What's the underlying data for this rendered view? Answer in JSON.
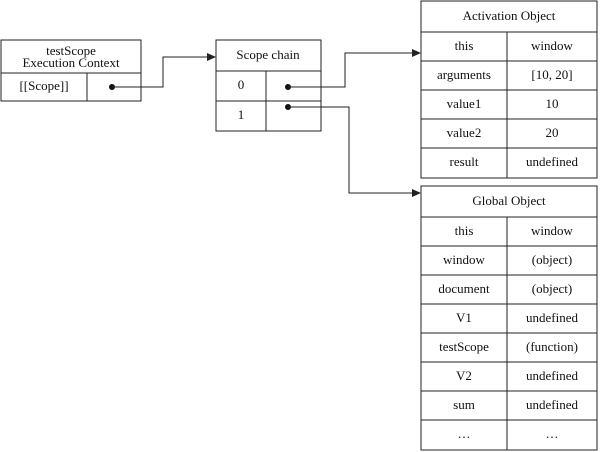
{
  "execution_context": {
    "title_line1": "testScope",
    "title_line2": "Execution Context",
    "scope_label": "[[Scope]]"
  },
  "scope_chain": {
    "title": "Scope chain",
    "rows": [
      "0",
      "1"
    ]
  },
  "activation_object": {
    "title": "Activation Object",
    "rows": [
      {
        "key": "this",
        "value": "window"
      },
      {
        "key": "arguments",
        "value": "[10, 20]"
      },
      {
        "key": "value1",
        "value": "10"
      },
      {
        "key": "value2",
        "value": "20"
      },
      {
        "key": "result",
        "value": "undefined"
      }
    ]
  },
  "global_object": {
    "title": "Global Object",
    "rows": [
      {
        "key": "this",
        "value": "window"
      },
      {
        "key": "window",
        "value": "(object)"
      },
      {
        "key": "document",
        "value": "(object)"
      },
      {
        "key": "V1",
        "value": "undefined"
      },
      {
        "key": "testScope",
        "value": "(function)"
      },
      {
        "key": "V2",
        "value": "undefined"
      },
      {
        "key": "sum",
        "value": "undefined"
      },
      {
        "key": "…",
        "value": "…"
      }
    ]
  }
}
